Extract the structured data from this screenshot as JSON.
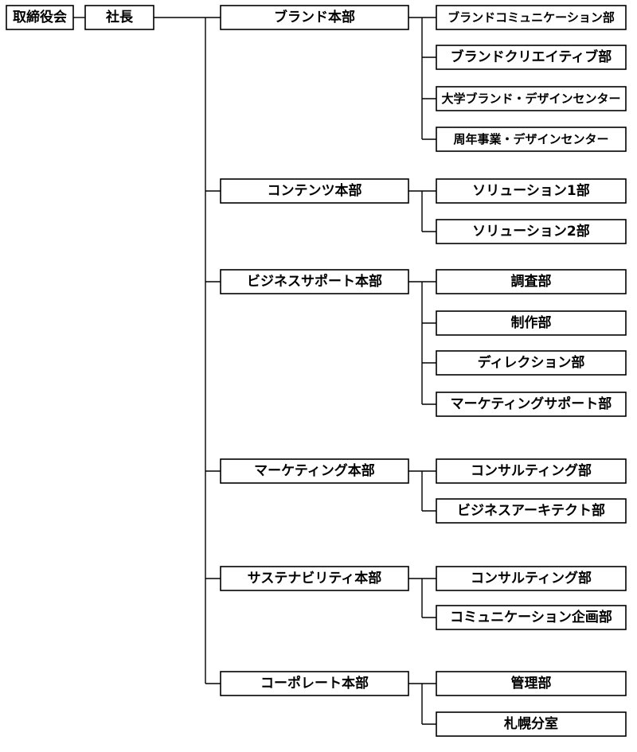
{
  "board": "取締役会",
  "president": "社長",
  "divisions": [
    {
      "name": "ブランド本部",
      "departments": [
        "ブランドコミュニケーション部",
        "ブランドクリエイティブ部",
        "大学ブランド・デザインセンター",
        "周年事業・デザインセンター"
      ]
    },
    {
      "name": "コンテンツ本部",
      "departments": [
        "ソリューション1部",
        "ソリューション2部"
      ]
    },
    {
      "name": "ビジネスサポート本部",
      "departments": [
        "調査部",
        "制作部",
        "ディレクション部",
        "マーケティングサポート部"
      ]
    },
    {
      "name": "マーケティング本部",
      "departments": [
        "コンサルティング部",
        "ビジネスアーキテクト部"
      ]
    },
    {
      "name": "サステナビリティ本部",
      "departments": [
        "コンサルティング部",
        "コミュニケーション企画部"
      ]
    },
    {
      "name": "コーポレート本部",
      "departments": [
        "管理部",
        "札幌分室"
      ]
    }
  ]
}
